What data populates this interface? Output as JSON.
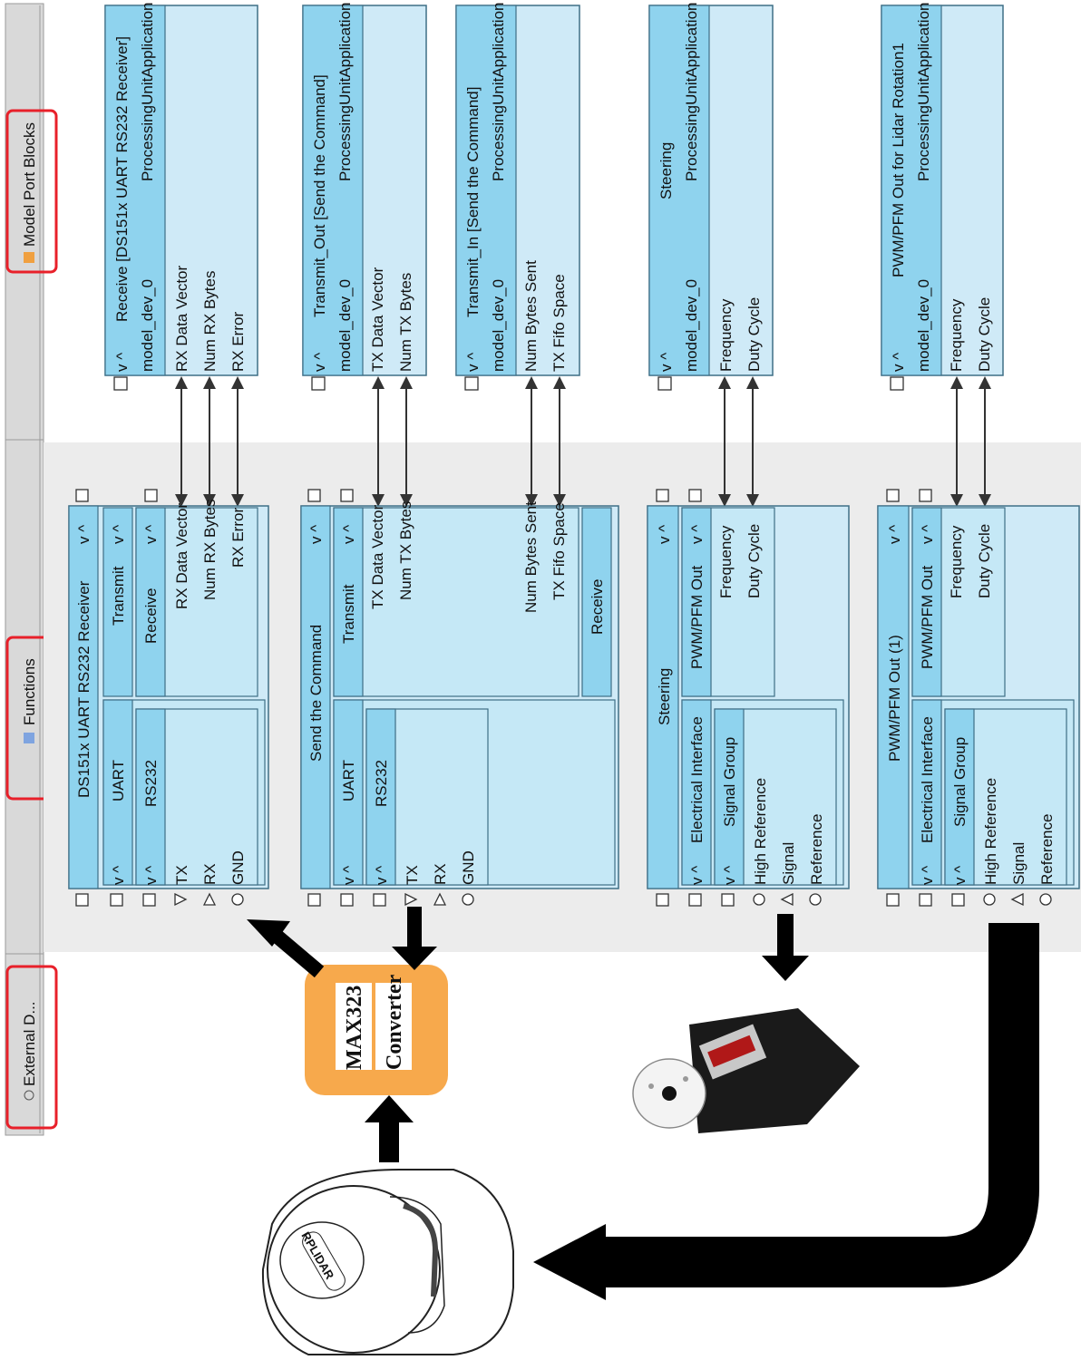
{
  "tabs": {
    "model_port_blocks": "Model Port Blocks",
    "functions": "Functions",
    "external": "External D..."
  },
  "expand": "v ^",
  "mp_blocks": {
    "receive": {
      "title": "Receive [DS151x UART RS232 Receiver]",
      "app": "ProcessingUnitApplication",
      "dev": "model_dev_0",
      "ports": [
        "RX Data Vector",
        "Num RX Bytes",
        "RX Error"
      ]
    },
    "transmit_out": {
      "title": "Transmit_Out [Send the Command]",
      "app": "ProcessingUnitApplication",
      "dev": "model_dev_0",
      "ports": [
        "TX Data Vector",
        "Num TX Bytes"
      ]
    },
    "transmit_in": {
      "title": "Transmit_In [Send the Command]",
      "app": "ProcessingUnitApplication",
      "dev": "model_dev_0",
      "ports": [
        "Num Bytes Sent",
        "TX Fifo Space"
      ]
    },
    "steering": {
      "title": "Steering",
      "app": "ProcessingUnitApplication",
      "dev": "model_dev_0",
      "ports": [
        "Frequency",
        "Duty Cycle"
      ]
    },
    "pwm_lidar": {
      "title": "PWM/PFM Out for Lidar Rotation1",
      "app": "ProcessingUnitApplication",
      "dev": "model_dev_0",
      "ports": [
        "Frequency",
        "Duty Cycle"
      ]
    }
  },
  "fn_blocks": {
    "receiver": {
      "title": "DS151x UART RS232 Receiver",
      "transmit": "Transmit",
      "receive": "Receive",
      "ports": [
        "RX Data Vector",
        "Num RX Bytes",
        "RX Error"
      ],
      "uart": "UART",
      "rs232": "RS232",
      "pins": [
        "TX",
        "RX",
        "GND"
      ]
    },
    "send": {
      "title": "Send the Command",
      "transmit": "Transmit",
      "receive": "Receive",
      "ports": [
        "TX Data Vector",
        "Num TX Bytes"
      ],
      "ports_b": [
        "Num Bytes Sent",
        "TX Fifo Space"
      ],
      "uart": "UART",
      "rs232": "RS232",
      "pins": [
        "TX",
        "RX",
        "GND"
      ]
    },
    "steering": {
      "title": "Steering",
      "pwm": "PWM/PFM Out",
      "ports": [
        "Frequency",
        "Duty Cycle"
      ],
      "ei": "Electrical Interface",
      "sg": "Signal Group",
      "pins": [
        "High Reference",
        "Signal",
        "Reference"
      ]
    },
    "pwm1": {
      "title": "PWM/PFM Out (1)",
      "pwm": "PWM/PFM Out",
      "ports": [
        "Frequency",
        "Duty Cycle"
      ],
      "ei": "Electrical Interface",
      "sg": "Signal Group",
      "pins": [
        "High Reference",
        "Signal",
        "Reference"
      ]
    }
  },
  "converter": {
    "line1": "MAX323",
    "line2": "Converter"
  },
  "lidar_label": "RPLIDAR",
  "colors": {
    "highlight": "#e8202a",
    "converter": "#f7a94c",
    "block": "#cfeaf7",
    "header": "#8fd3ee"
  }
}
